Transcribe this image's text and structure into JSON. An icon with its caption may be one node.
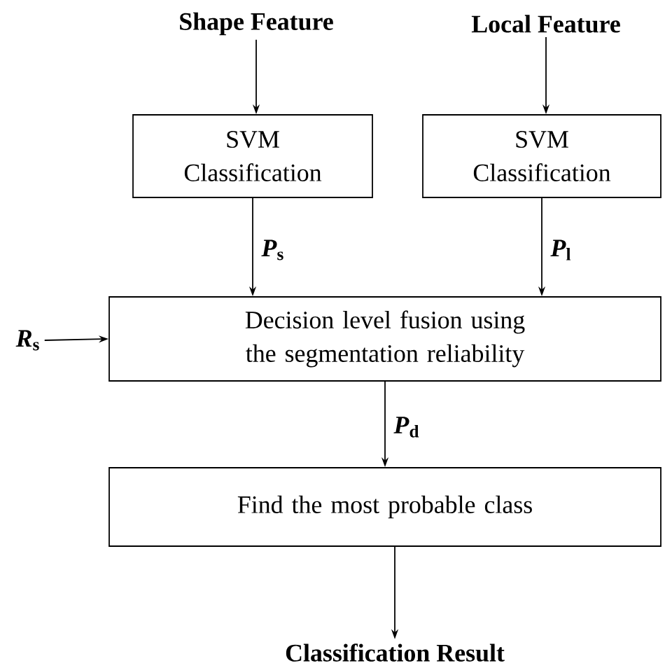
{
  "diagram": {
    "nodes": [
      {
        "text": [
          "Shape Feature"
        ]
      },
      {
        "text": [
          "Local Feature"
        ]
      },
      {
        "text": [
          "SVM Classification"
        ]
      },
      {
        "text": [
          "SVM Classification"
        ]
      },
      {
        "text": [
          "Decision level fusion using the segmentation reliability"
        ]
      },
      {
        "text": [
          "Find the most probable class"
        ]
      },
      {
        "text": [
          "Classification Result"
        ]
      },
      {
        "text": [
          "*R*$_{s}$"
        ]
      }
    ],
    "edges": [
      {
        "from": 0,
        "to": 2,
        "arrow": "to"
      },
      {
        "from": 1,
        "to": 3,
        "arrow": "to"
      },
      {
        "from": 2,
        "to": 4,
        "arrow": "to",
        "label": "*P*$_{s}$"
      },
      {
        "from": 3,
        "to": 4,
        "arrow": "to",
        "label": "*P*$_{l}$"
      },
      {
        "from": 7,
        "to": 4,
        "arrow": "to"
      },
      {
        "from": 4,
        "to": 5,
        "arrow": "to",
        "label": "*P*$_{d}$"
      },
      {
        "from": 5,
        "to": 6,
        "arrow": "to"
      }
    ]
  }
}
